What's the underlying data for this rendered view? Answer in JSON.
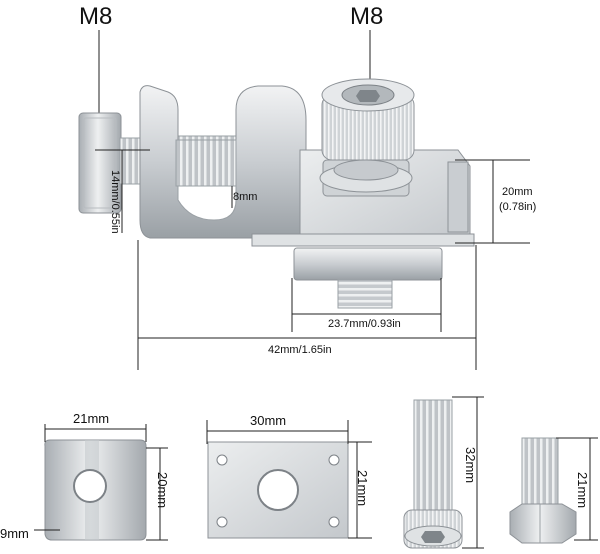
{
  "labels": {
    "m8_left": "M8",
    "m8_right": "M8"
  },
  "dimensions": {
    "height_14": "14mm/0.55in",
    "slot_8": "8mm",
    "height_20": "20mm",
    "height_20_in": "(0.78in)",
    "width_23_7": "23.7mm/0.93in",
    "width_42": "42mm/1.65in",
    "nut_width": "21mm",
    "nut_height": "20mm",
    "nut_depth": "9mm",
    "plate_width": "30mm",
    "plate_height": "21mm",
    "bolt_long": "32mm",
    "bolt_short": "21mm"
  },
  "colors": {
    "metal_light": "#e4e6e8",
    "metal_mid": "#c2c6ca",
    "metal_dark": "#8d9297",
    "line": "#222222"
  }
}
